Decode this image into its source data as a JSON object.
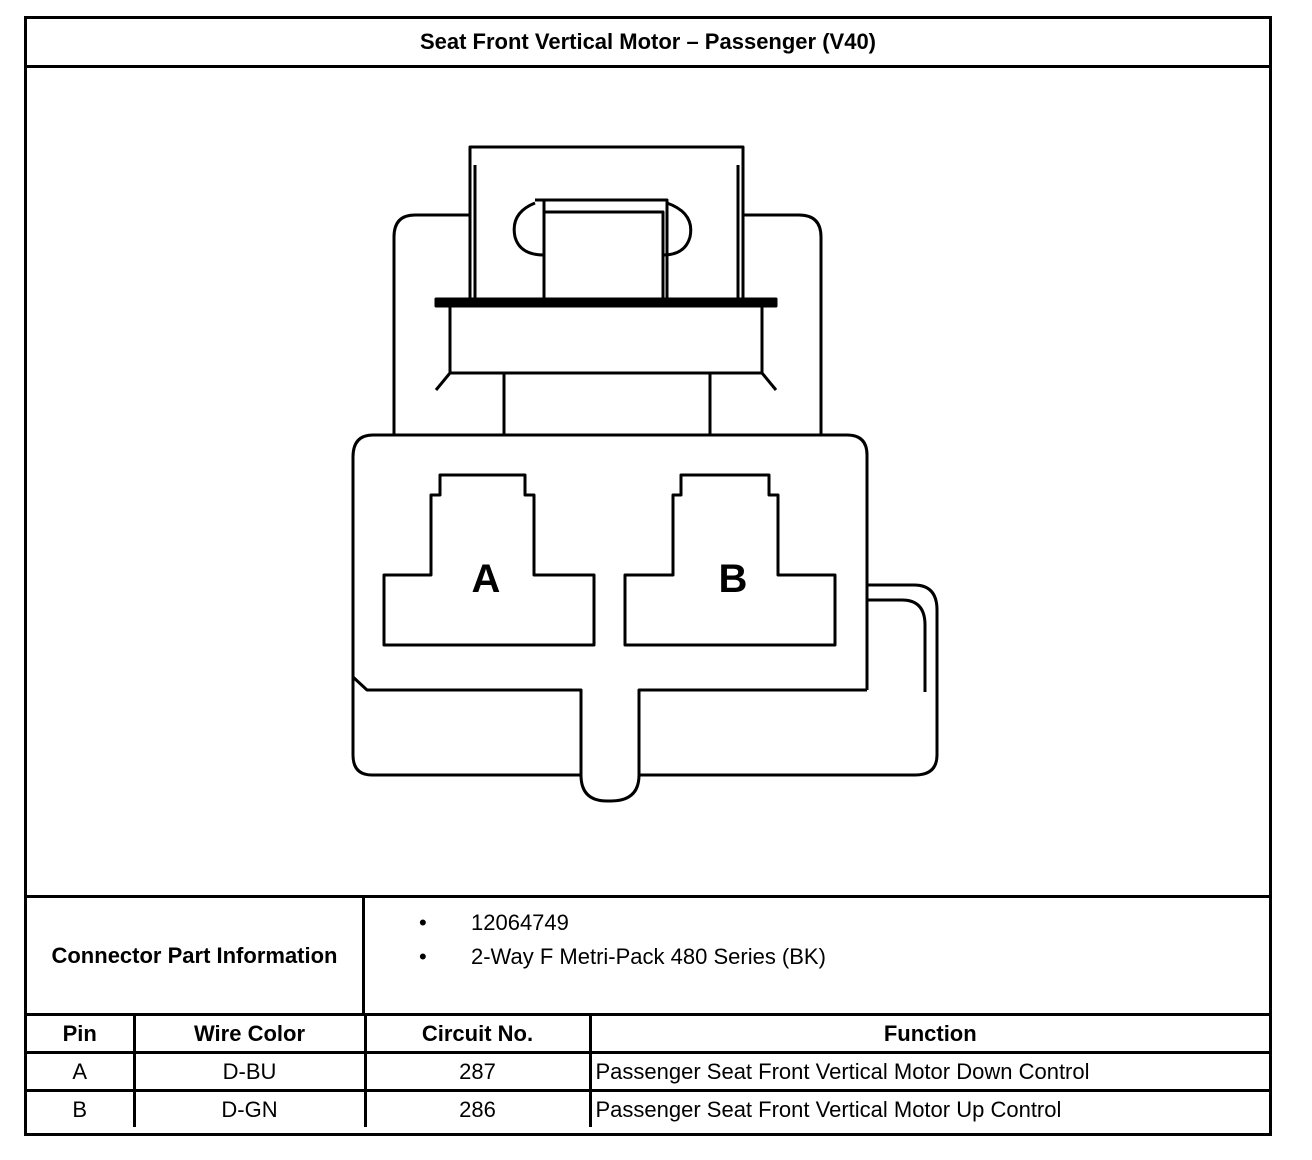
{
  "title": "Seat Front Vertical Motor – Passenger (V40)",
  "diagram": {
    "cavity_a": "A",
    "cavity_b": "B"
  },
  "connector_info": {
    "label": "Connector Part Information",
    "items": [
      "12064749",
      "2-Way F Metri-Pack 480 Series (BK)"
    ]
  },
  "pin_table": {
    "headers": [
      "Pin",
      "Wire Color",
      "Circuit No.",
      "Function"
    ],
    "rows": [
      [
        "A",
        "D-BU",
        "287",
        "Passenger Seat Front Vertical Motor Down Control"
      ],
      [
        "B",
        "D-GN",
        "286",
        "Passenger Seat Front Vertical Motor Up Control"
      ]
    ]
  }
}
